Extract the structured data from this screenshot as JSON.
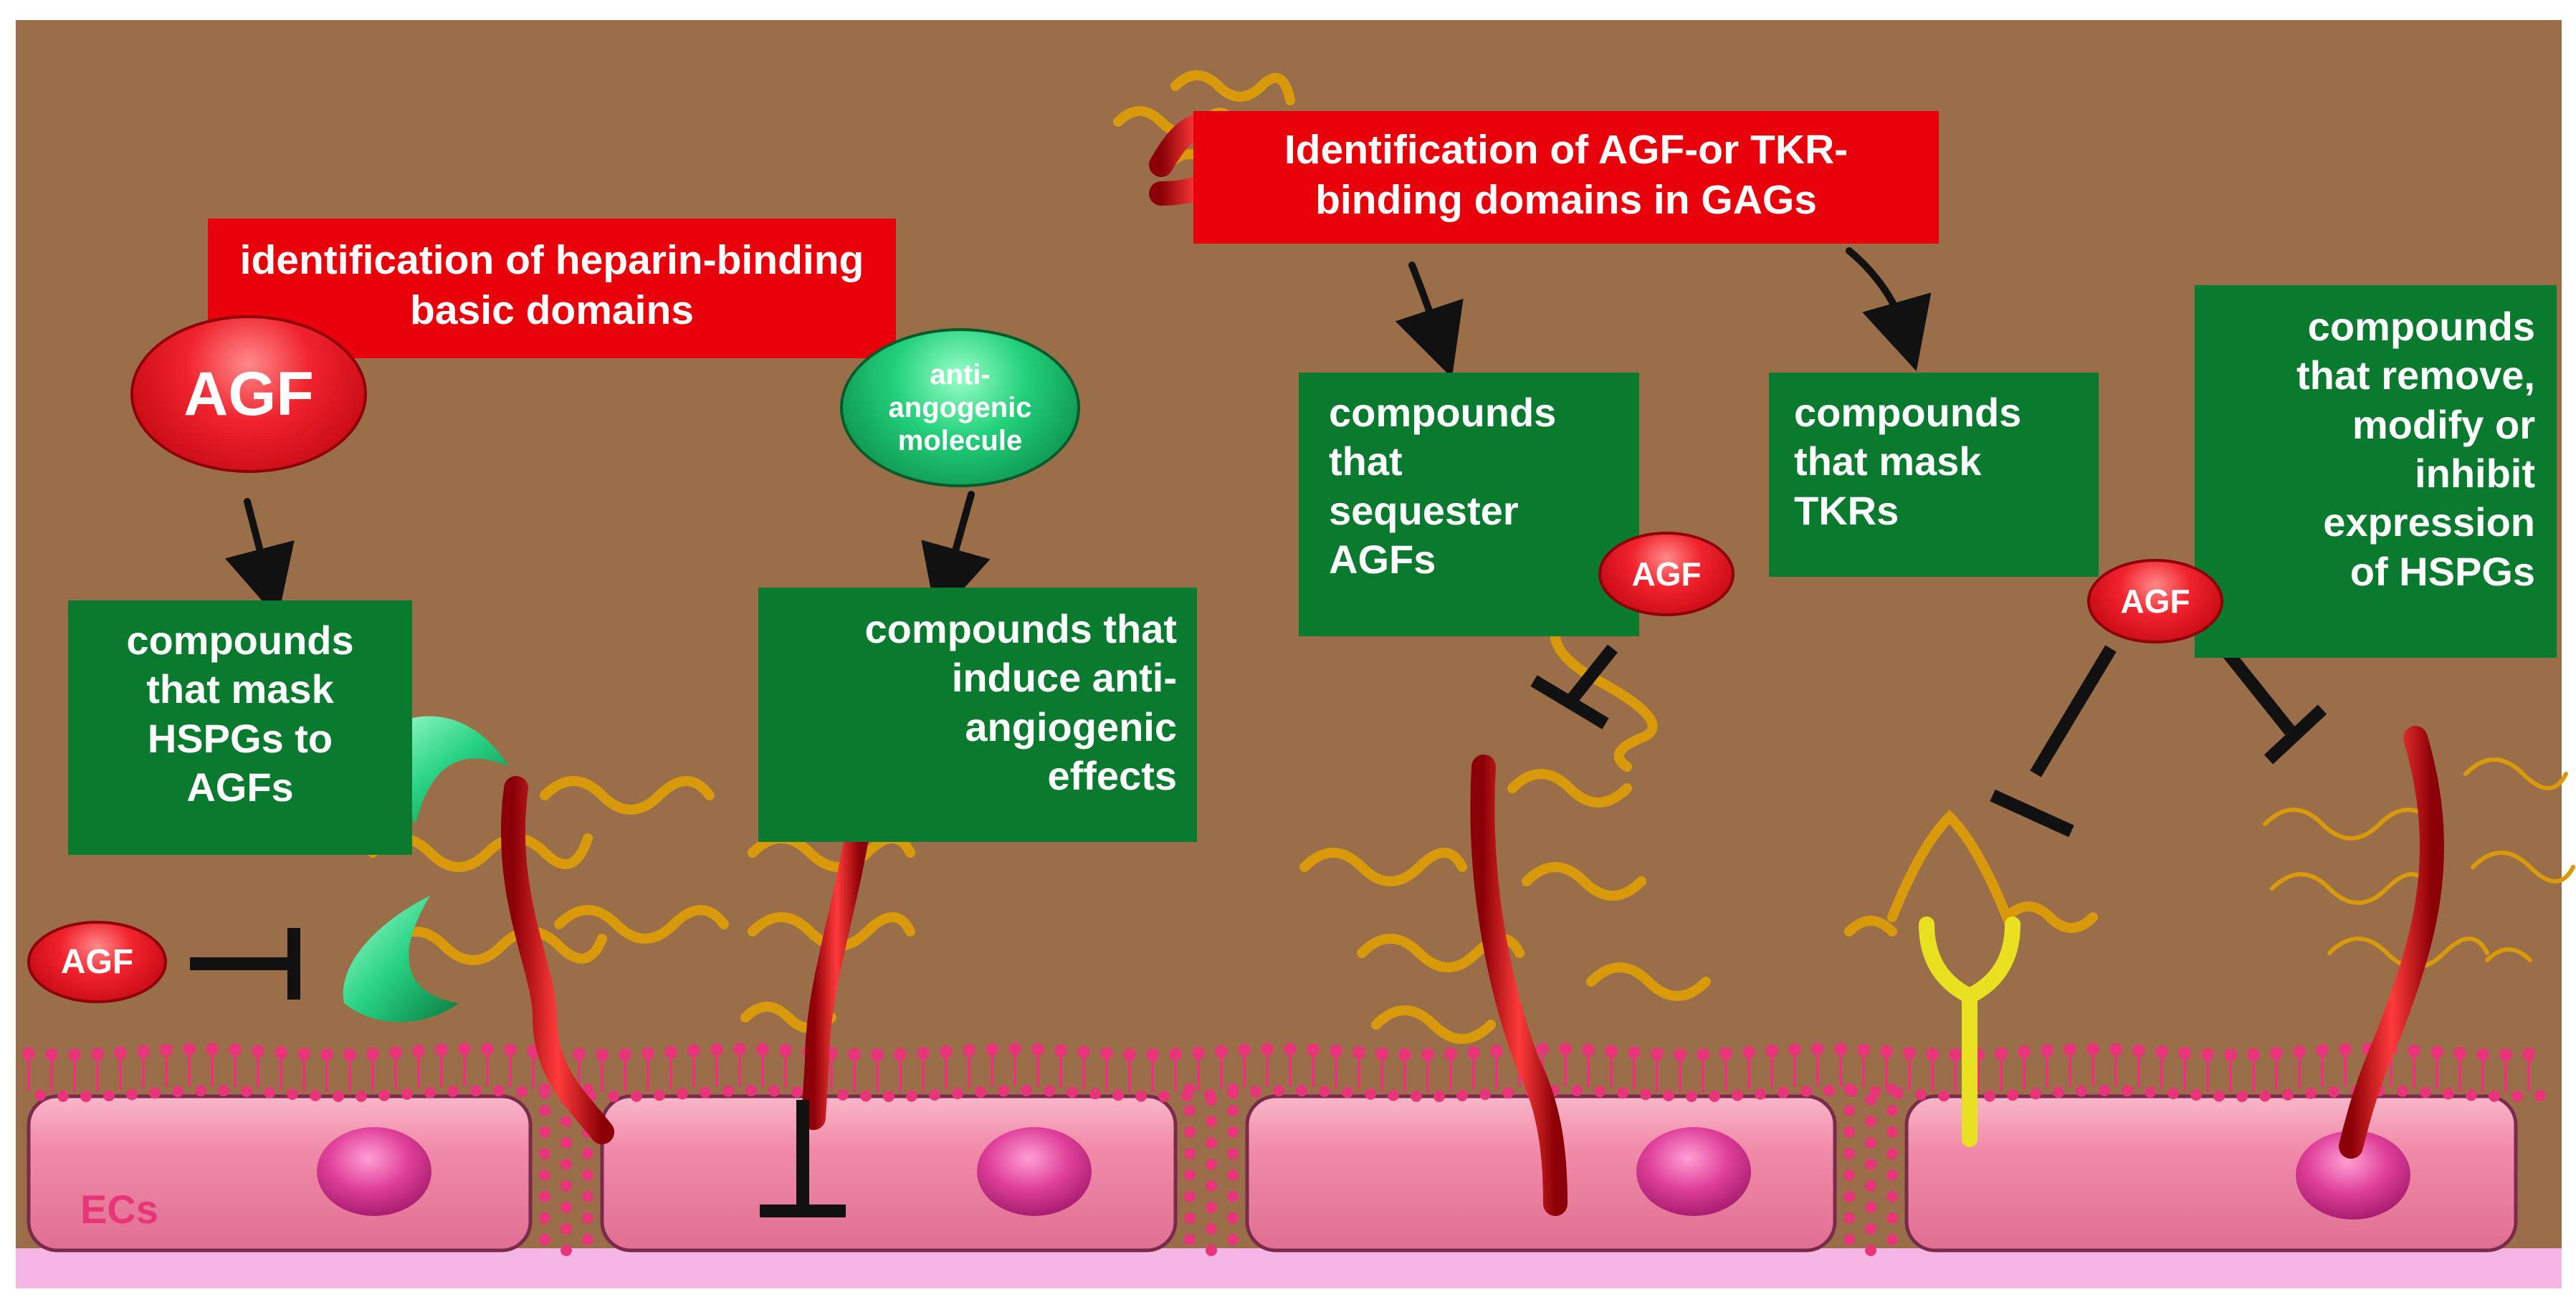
{
  "labels": {
    "heparin_box": [
      "identification of heparin-binding",
      "basic domains"
    ],
    "gag_box": [
      "Identification of AGF-or TKR-",
      "binding domains in GAGs"
    ],
    "mask_hspg": [
      "compounds",
      "that mask",
      "HSPGs to",
      "AGFs"
    ],
    "induce_anti": [
      "compounds that",
      "induce anti-",
      "angiogenic",
      "effects"
    ],
    "sequester": [
      "compounds",
      "that",
      "sequester",
      "AGFs"
    ],
    "mask_tkr": [
      "compounds",
      "that mask",
      "TKRs"
    ],
    "remove_modify": [
      "compounds",
      "that remove,",
      "modify or",
      "inhibit",
      "expression",
      "of HSPGs"
    ],
    "agf_large": "AGF",
    "agf_small": "AGF",
    "agf_sequester": "AGF",
    "agf_tkr": "AGF",
    "anti_molecule": [
      "anti-",
      "angogenic",
      "molecule"
    ],
    "ecs": "ECs"
  },
  "colors": {
    "background": "#9b6e4a",
    "red_box": "#e8000b",
    "green_box": "#0a7a2e",
    "membrane": "#e8357a",
    "cell": "#f08aa8",
    "nucleus": "#e0409a",
    "proteoglycan_core": "#d8101a",
    "gag_chain": "#e0a010",
    "inhibitor": "#111111",
    "arrow": "#111111"
  }
}
